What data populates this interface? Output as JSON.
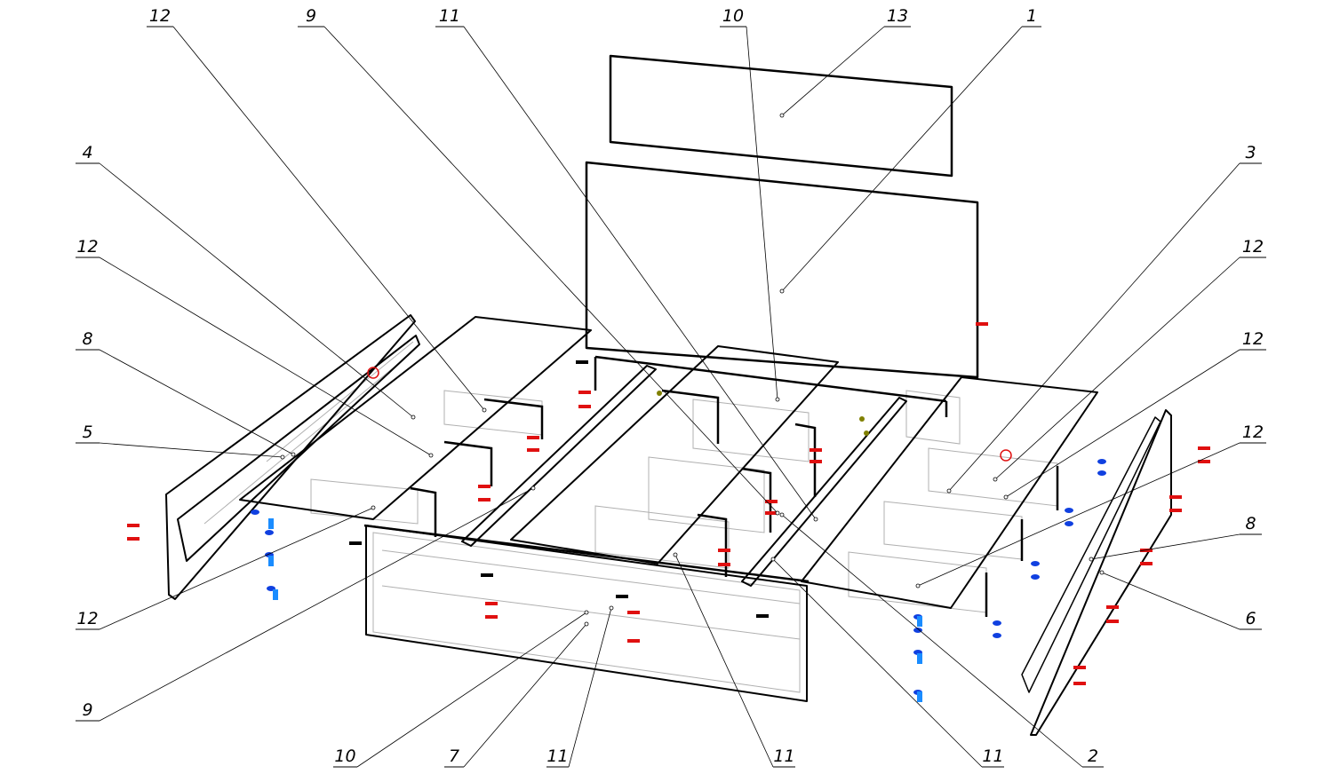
{
  "diagram": {
    "type": "exploded assembly drawing",
    "colors": {
      "line": "#000000",
      "hidden": "#b0b0b0",
      "fastener_red": "#e01010",
      "fastener_blue": "#1040e0",
      "fastener_cyan": "#1a8cff",
      "fastener_olive": "#808000"
    },
    "callouts": [
      {
        "id": "c-top-12",
        "text": "12"
      },
      {
        "id": "c-top-9",
        "text": "9"
      },
      {
        "id": "c-top-11",
        "text": "11"
      },
      {
        "id": "c-top-10",
        "text": "10"
      },
      {
        "id": "c-top-13",
        "text": "13"
      },
      {
        "id": "c-top-1",
        "text": "1"
      },
      {
        "id": "c-right-3",
        "text": "3"
      },
      {
        "id": "c-right-12a",
        "text": "12"
      },
      {
        "id": "c-right-12b",
        "text": "12"
      },
      {
        "id": "c-right-12c",
        "text": "12"
      },
      {
        "id": "c-right-8",
        "text": "8"
      },
      {
        "id": "c-right-6",
        "text": "6"
      },
      {
        "id": "c-left-4",
        "text": "4"
      },
      {
        "id": "c-left-12a",
        "text": "12"
      },
      {
        "id": "c-left-8",
        "text": "8"
      },
      {
        "id": "c-left-5",
        "text": "5"
      },
      {
        "id": "c-left-12b",
        "text": "12"
      },
      {
        "id": "c-left-9",
        "text": "9"
      },
      {
        "id": "c-bot-10",
        "text": "10"
      },
      {
        "id": "c-bot-7",
        "text": "7"
      },
      {
        "id": "c-bot-11a",
        "text": "11"
      },
      {
        "id": "c-bot-11b",
        "text": "11"
      },
      {
        "id": "c-bot-11c",
        "text": "11"
      },
      {
        "id": "c-bot-2",
        "text": "2"
      }
    ]
  }
}
